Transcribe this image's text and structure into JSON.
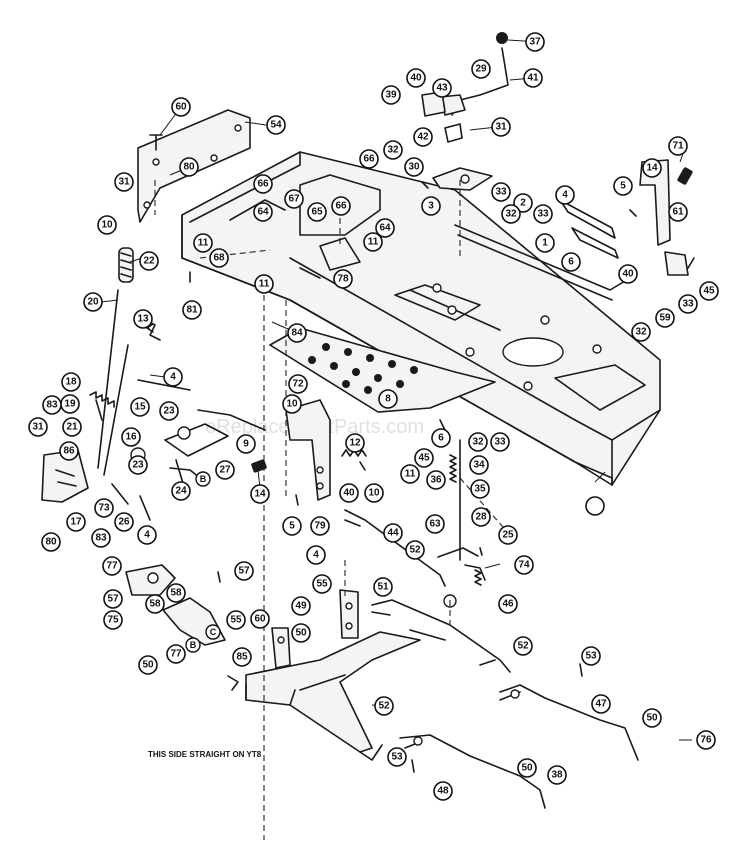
{
  "diagram": {
    "note": "THIS SIDE STRAIGHT ON YT8",
    "watermark": "eReplacementParts.com",
    "callouts": [
      "60",
      "54",
      "80",
      "31",
      "10",
      "66",
      "66",
      "64",
      "67",
      "65",
      "66",
      "11",
      "11",
      "68",
      "11",
      "78",
      "64",
      "22",
      "81",
      "20",
      "13",
      "84",
      "4",
      "72",
      "18",
      "19",
      "83",
      "31",
      "21",
      "86",
      "15",
      "23",
      "16",
      "10",
      "6",
      "9",
      "8",
      "32",
      "33",
      "45",
      "34",
      "23",
      "73",
      "26",
      "17",
      "80",
      "83",
      "4",
      "12",
      "40",
      "10",
      "11",
      "36",
      "35",
      "24",
      "27",
      "14",
      "5",
      "79",
      "44",
      "28",
      "4",
      "63",
      "52",
      "25",
      "74",
      "77",
      "57",
      "57",
      "58",
      "58",
      "75",
      "55",
      "55",
      "60",
      "49",
      "50",
      "51",
      "46",
      "52",
      "53",
      "47",
      "50",
      "76",
      "77",
      "50",
      "85",
      "52",
      "53",
      "48",
      "50",
      "38",
      "37",
      "29",
      "41",
      "40",
      "43",
      "39",
      "42",
      "31",
      "32",
      "30",
      "33",
      "3",
      "2",
      "32",
      "33",
      "1",
      "14",
      "71",
      "4",
      "5",
      "61",
      "6",
      "40",
      "45",
      "33",
      "32",
      "59"
    ],
    "letters": [
      "B",
      "C",
      "B"
    ]
  }
}
